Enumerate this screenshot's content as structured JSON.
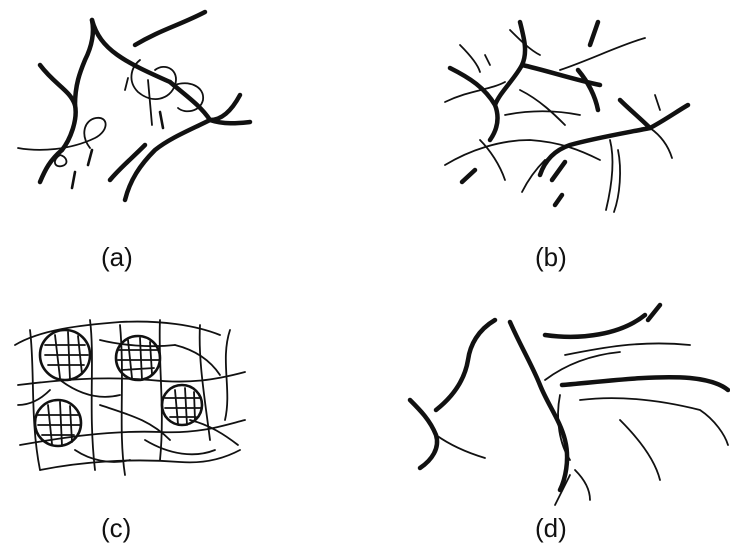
{
  "panels": [
    {
      "label": "(a)"
    },
    {
      "label": "(b)"
    },
    {
      "label": "(c)"
    },
    {
      "label": "(d)"
    }
  ],
  "colors": {
    "ink": "#111111",
    "background": "#ffffff"
  }
}
